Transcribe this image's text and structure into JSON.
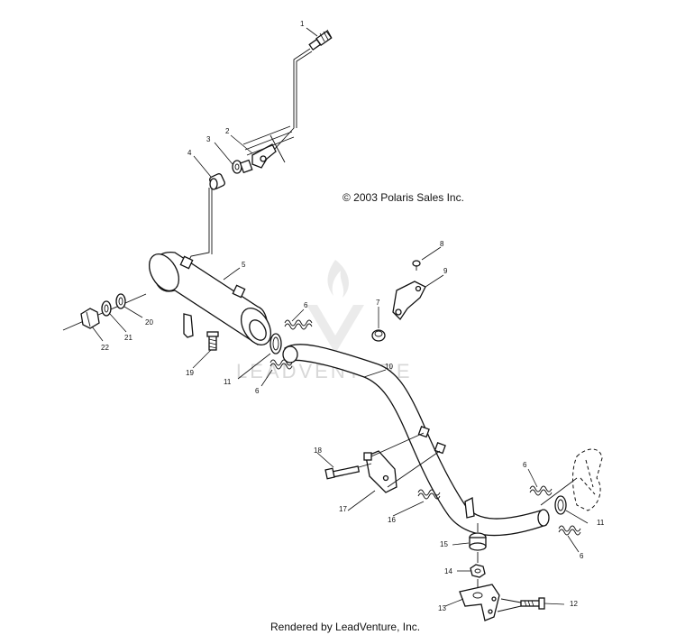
{
  "copyright": "© 2003 Polaris Sales Inc.",
  "footer": "Rendered by LeadVenture, Inc.",
  "watermark": "LEADVENTURE",
  "callouts": {
    "c1": "1",
    "c2": "2",
    "c3": "3",
    "c4": "4",
    "c5": "5",
    "c6a": "6",
    "c6b": "6",
    "c6c": "6",
    "c6d": "6",
    "c7": "7",
    "c8": "8",
    "c9": "9",
    "c10": "10",
    "c11a": "11",
    "c11b": "11",
    "c12": "12",
    "c13": "13",
    "c14": "14",
    "c15": "15",
    "c16": "16",
    "c17": "17",
    "c18": "18",
    "c19": "19",
    "c20": "20",
    "c21": "21",
    "c22": "22"
  }
}
